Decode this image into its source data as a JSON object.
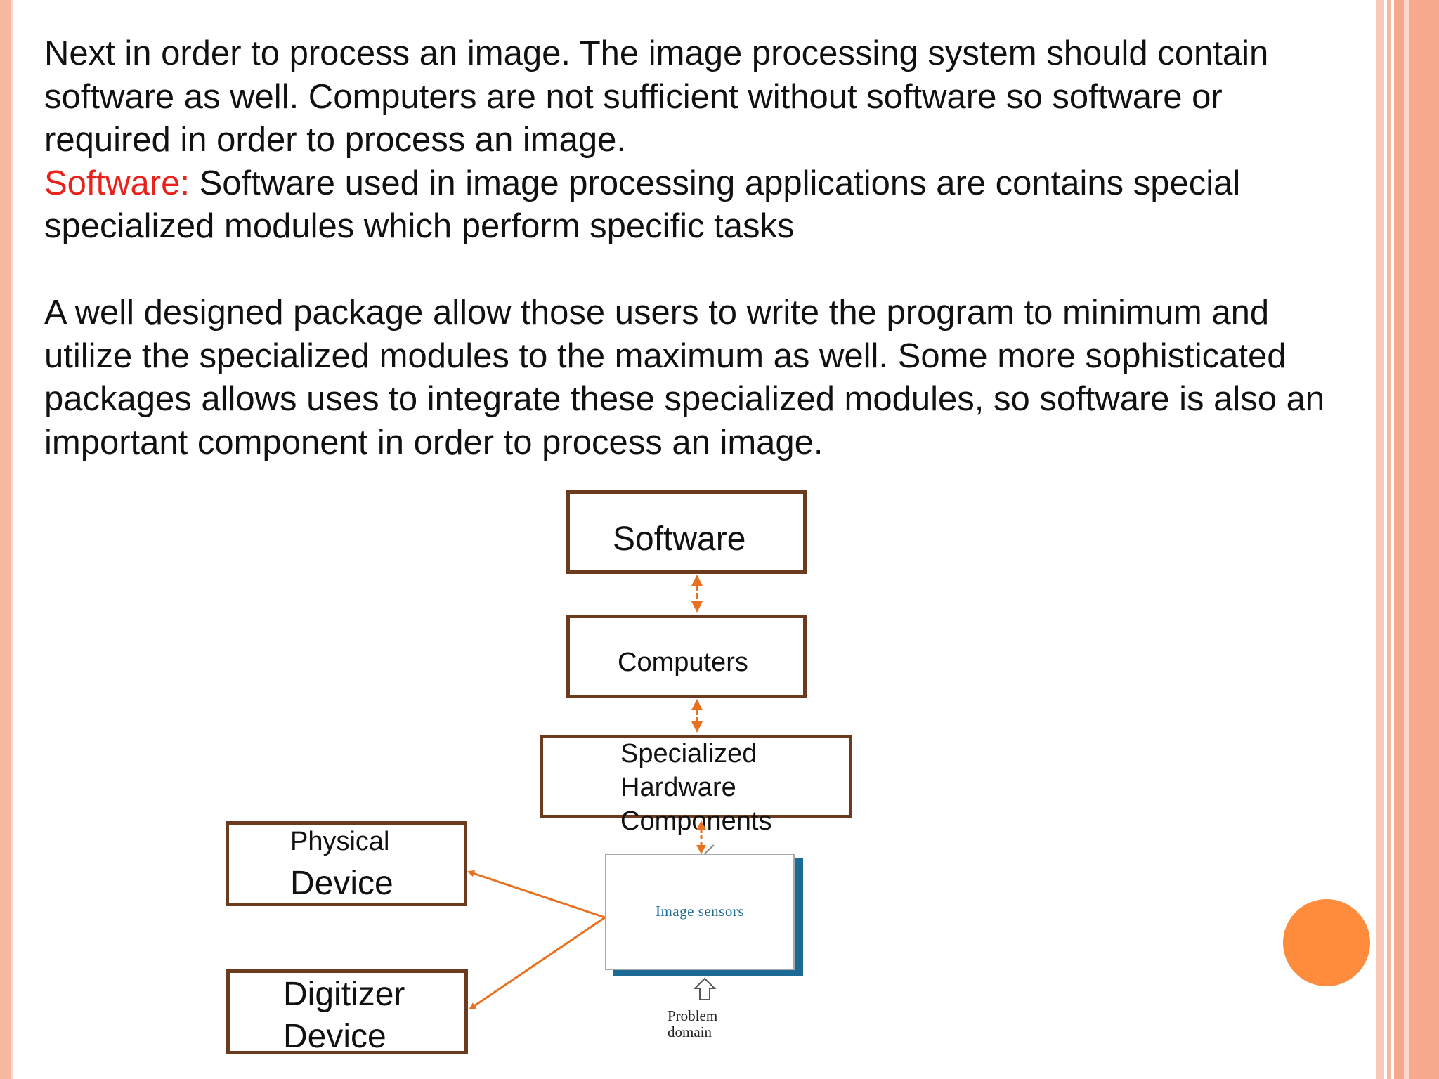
{
  "paragraphs": {
    "intro_lines": [
      "Next in order to process an image. The image processing system should contain",
      "software as well. Computers are not sufficient without software so software or",
      "required in order to process an image."
    ],
    "software_term": "Software:",
    "software_def_line1": " Software used in image processing applications are contains special",
    "software_def_line2": "specialized modules which perform specific tasks",
    "package_lines": [
      "A well designed package allow those users to write the program to minimum and",
      "utilize the specialized modules to the maximum as well. Some more sophisticated",
      "packages allows uses to integrate these specialized modules, so software is also an",
      "important component in order to process an image."
    ]
  },
  "diagram": {
    "software": "Software",
    "computers": "Computers",
    "specialized_lines": [
      "Specialized",
      "Hardware",
      "Components"
    ],
    "physical_lines": [
      "Physical",
      "Device"
    ],
    "digitizer_lines": [
      "Digitizer",
      "Device"
    ],
    "image_sensors": "Image sensors",
    "problem_lines": [
      "Problem",
      "domain"
    ],
    "colors": {
      "box_border": "#6b3a1f",
      "arrow": "#e8711f",
      "sensor_accent": "#1c6a96",
      "highlight_red": "#e8231d",
      "decor_circle": "#ff8c3d"
    }
  }
}
